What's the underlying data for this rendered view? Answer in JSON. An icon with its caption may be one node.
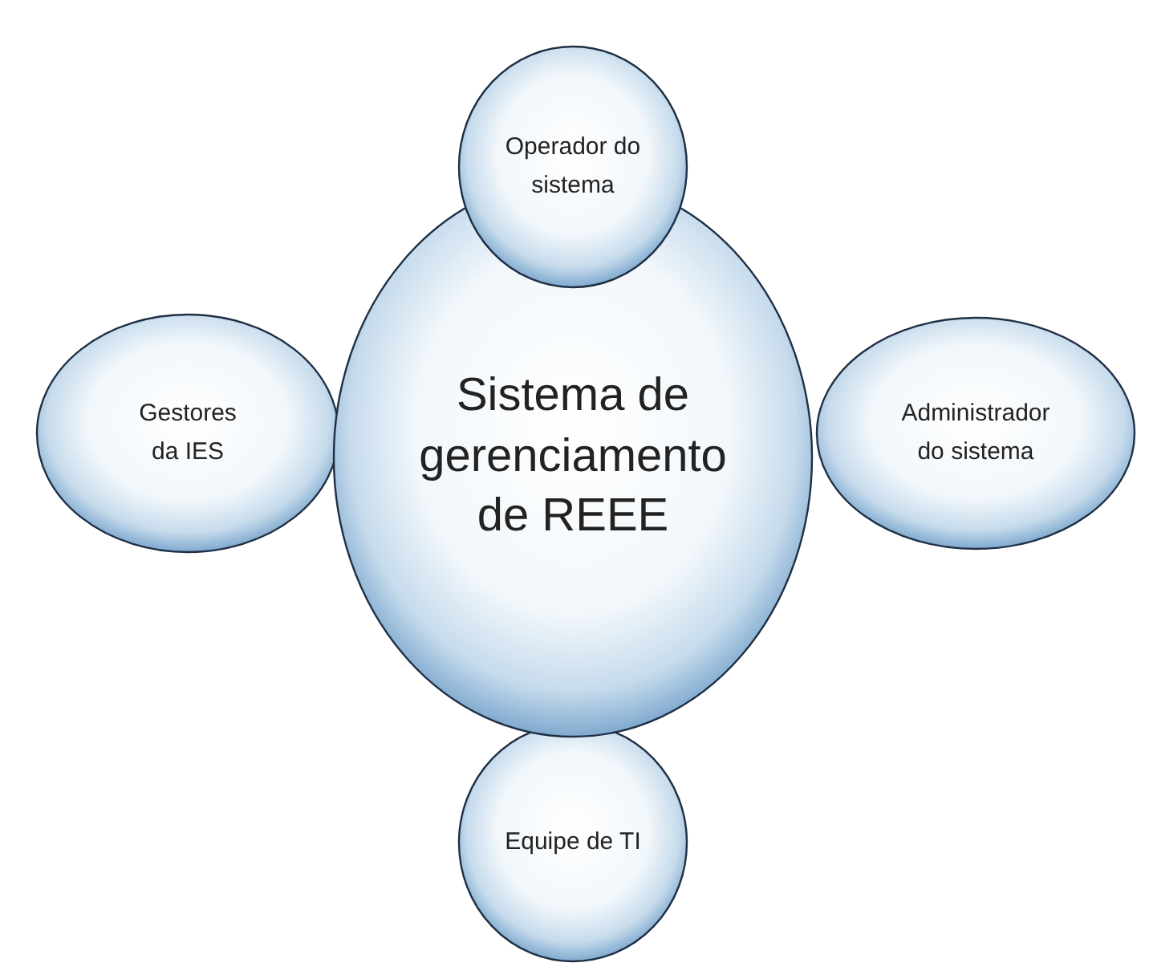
{
  "diagram": {
    "nodes": [
      {
        "text": [
          "Sistema de gerenciamento de REEE"
        ]
      },
      {
        "text": [
          "Operador do sistema"
        ]
      },
      {
        "text": [
          "Gestores da IES"
        ]
      },
      {
        "text": [
          "Administrador do sistema"
        ]
      },
      {
        "text": [
          "Equipe de TI"
        ]
      }
    ]
  }
}
